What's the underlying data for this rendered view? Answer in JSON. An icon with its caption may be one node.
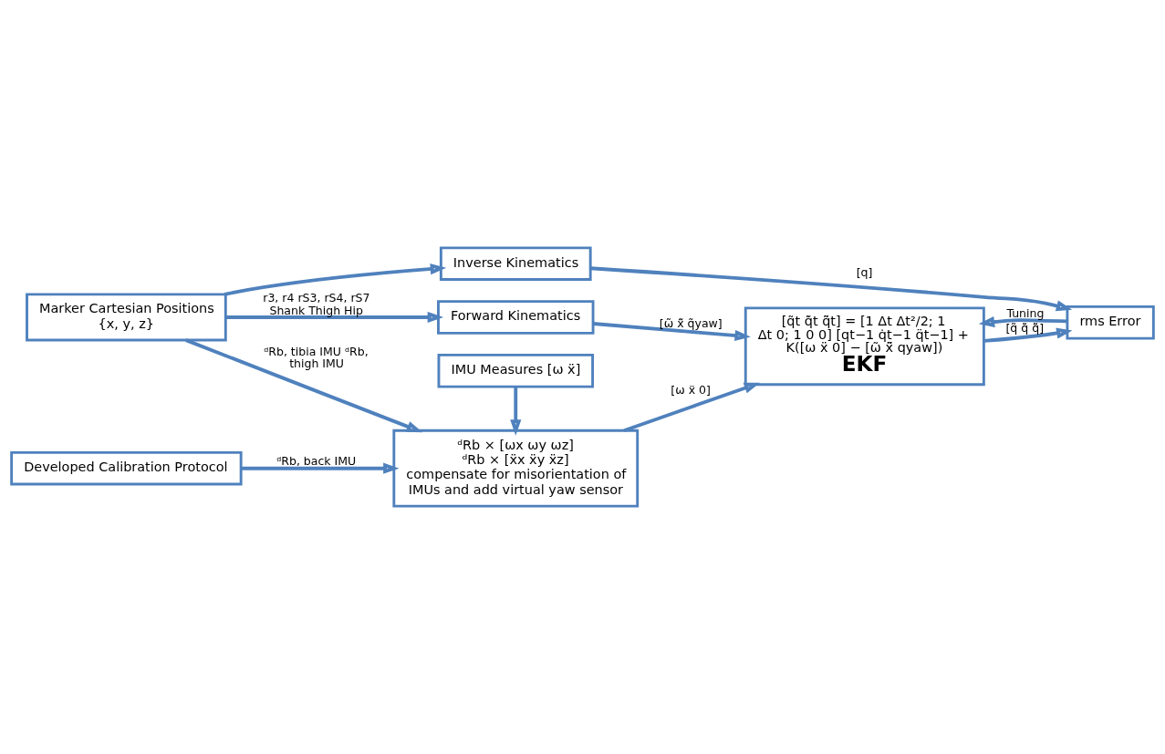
{
  "diagram": {
    "nodes": [
      {
        "text": [
          "IMU Measures [ω ẍ]"
        ]
      },
      {
        "text": [
          "Developed Calibration Protocol"
        ]
      },
      {
        "text": [
          "ᵈRb × [ωx ωy ωz]",
          "ᵈRb × [ẍx ẍy ẍz]",
          "compensate for misorientation of IMUs and add virtual yaw sensor"
        ]
      },
      {
        "text": [
          "[q̃t q̃̇t q̃̈t] = [1 Δt Δt²/2; 1 Δt 0; 1 0 0] [qt−1 q̇t−1 q̈t−1] + K([ω ẍ 0] − [ω̃ ẍ̃ qyaw])",
          "EKF"
        ]
      },
      {
        "text": [
          "Marker Cartesian Positions",
          "{x, y, z}"
        ]
      },
      {
        "text": [
          "Forward Kinematics"
        ]
      },
      {
        "text": [
          "Inverse Kinematics"
        ]
      },
      {
        "text": [
          "rms Error"
        ]
      }
    ],
    "edges": [
      {
        "from": 0,
        "to": 2,
        "arrow": "to"
      },
      {
        "from": 1,
        "to": 2,
        "arrow": "to",
        "label": "ᵈRb, back IMU"
      },
      {
        "from": 4,
        "to": 2,
        "arrow": "to",
        "label": "ᵈRb, tibia IMU ᵈRb, thigh IMU"
      },
      {
        "from": 2,
        "to": 3,
        "arrow": "to",
        "label": "[ω ẍ 0]"
      },
      {
        "from": 4,
        "to": 5,
        "arrow": "to",
        "label": "r3, r4 rS3, rS4, rS7 Shank Thigh Hip"
      },
      {
        "from": 5,
        "to": 3,
        "arrow": "to",
        "label": "[ω̃ ẍ̃ q̃yaw]"
      },
      {
        "from": 3,
        "to": 7,
        "arrow": "to",
        "label": "[q̃ q̃̇ q̃̈]"
      },
      {
        "from": 4,
        "to": 6,
        "arrow": "to"
      },
      {
        "from": 6,
        "to": 7,
        "arrow": "to",
        "label": "[q]"
      },
      {
        "from": 7,
        "to": 3,
        "arrow": "to",
        "label": "Tuning"
      }
    ]
  }
}
